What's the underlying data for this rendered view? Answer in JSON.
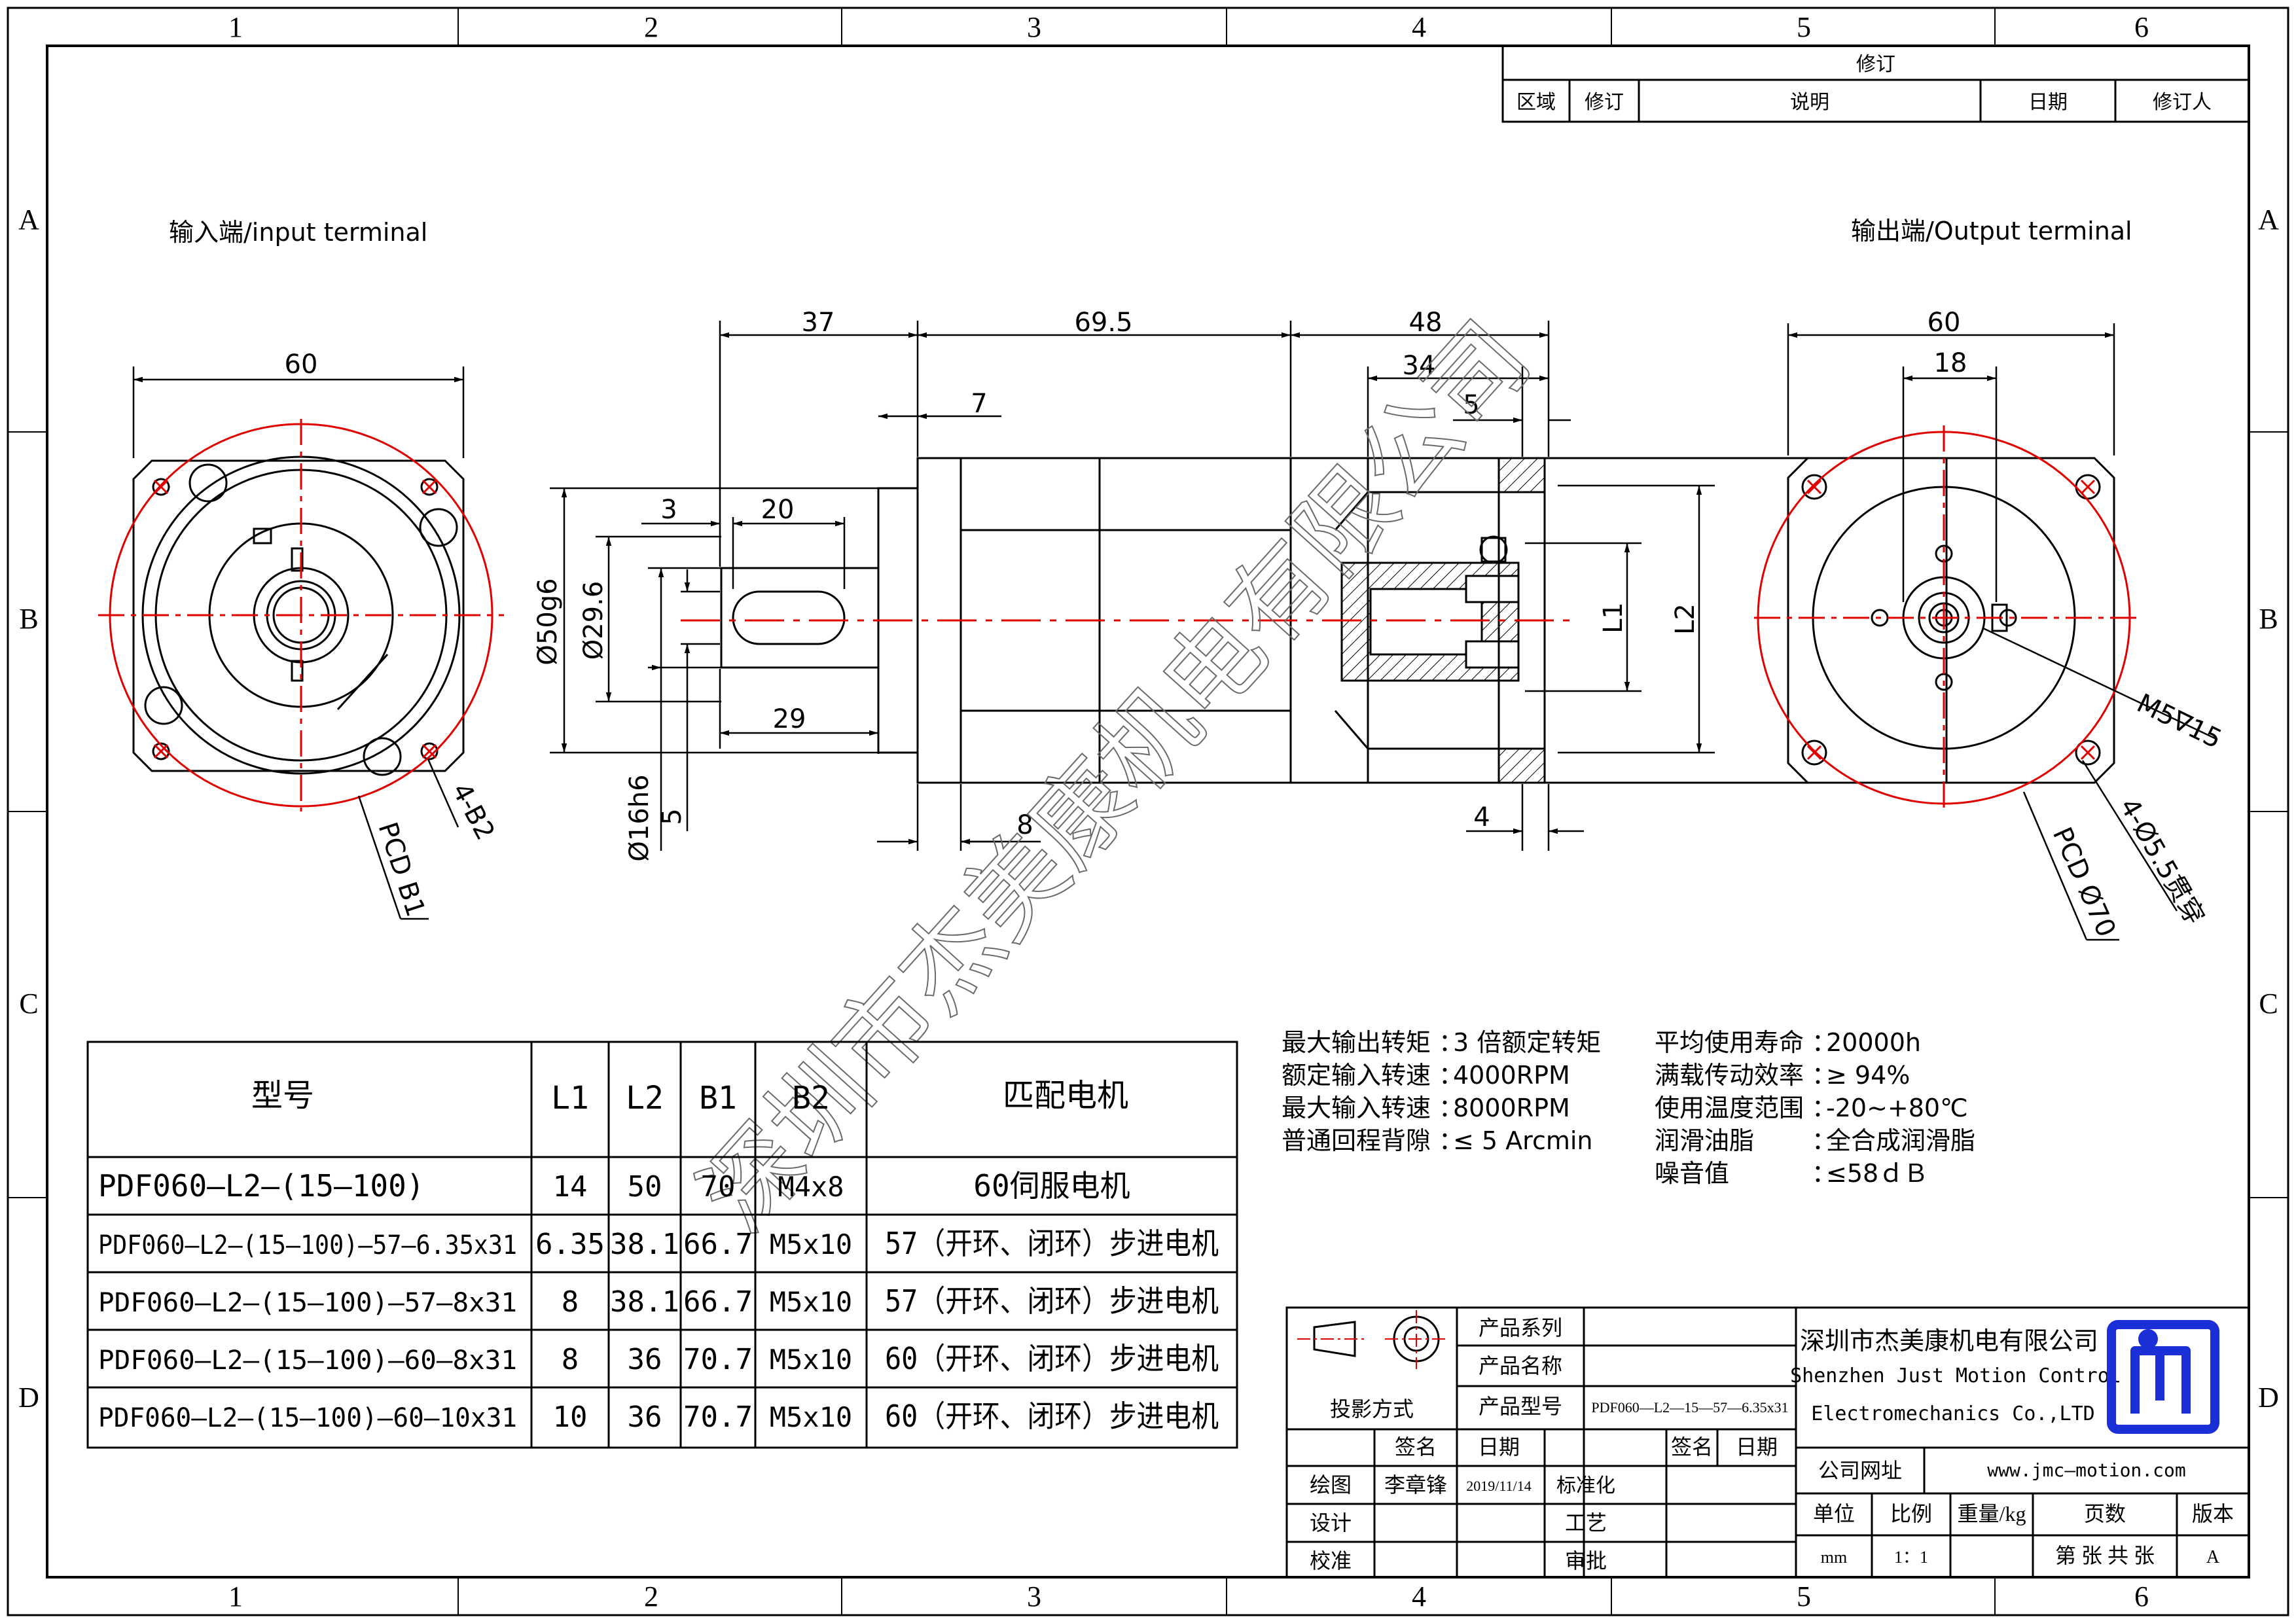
{
  "border": {
    "cols": [
      "1",
      "2",
      "3",
      "4",
      "5",
      "6"
    ],
    "rows": [
      "A",
      "B",
      "C",
      "D"
    ]
  },
  "revision": {
    "header": "修订",
    "area": "区域",
    "rev": "修订",
    "desc": "说明",
    "date": "日期",
    "reviser": "修订人"
  },
  "views": {
    "input_title": "输入端/input terminal",
    "output_title": "输出端/Output terminal"
  },
  "dims": {
    "in_60": "60",
    "d37": "37",
    "d69_5": "69.5",
    "d48": "48",
    "d34": "34",
    "d7": "7",
    "d5_top": "5",
    "d3": "3",
    "d20": "20",
    "d29": "29",
    "d8": "8",
    "d4": "4",
    "d5_key": "5",
    "phi50": "Ø50g6",
    "phi29": "Ø29.6",
    "phi16": "Ø16h6",
    "L1": "L1",
    "L2": "L2",
    "out_60": "60",
    "out_18": "18",
    "in_pcd": "PCD B1",
    "in_holes": "4-B2",
    "out_m5": "M5∇15",
    "out_pcd": "PCD Ø70",
    "out_holes": "4-Ø5.5贯穿"
  },
  "watermark": "深圳市杰美康机电有限公司",
  "model_table": {
    "headers": [
      "型号",
      "L1",
      "L2",
      "B1",
      "B2",
      "匹配电机"
    ],
    "rows": [
      [
        "PDF060—L2—(15—100)",
        "14",
        "50",
        "70",
        "M4x8",
        "60伺服电机"
      ],
      [
        "PDF060—L2—(15—100)—57—6.35x31",
        "6.35",
        "38.1",
        "66.7",
        "M5x10",
        "57（开环、闭环）步进电机"
      ],
      [
        "PDF060—L2—(15—100)—57—8x31",
        "8",
        "38.1",
        "66.7",
        "M5x10",
        "57（开环、闭环）步进电机"
      ],
      [
        "PDF060—L2—(15—100)—60—8x31",
        "8",
        "36",
        "70.7",
        "M5x10",
        "60（开环、闭环）步进电机"
      ],
      [
        "PDF060—L2—(15—100)—60—10x31",
        "10",
        "36",
        "70.7",
        "M5x10",
        "60（开环、闭环）步进电机"
      ]
    ]
  },
  "specs_left": [
    {
      "k": "最大输出转矩",
      "v": "3 倍额定转矩"
    },
    {
      "k": "额定输入转速",
      "v": "4000RPM"
    },
    {
      "k": "最大输入转速",
      "v": "8000RPM"
    },
    {
      "k": "普通回程背隙",
      "v": "≤ 5 Arcmin"
    }
  ],
  "specs_right": [
    {
      "k": "平均使用寿命",
      "v": "20000h"
    },
    {
      "k": "满载传动效率",
      "v": "≥   94%"
    },
    {
      "k": "使用温度范围",
      "v": "-20~+80℃"
    },
    {
      "k": "润滑油脂",
      "v": "全合成润滑脂"
    },
    {
      "k": "噪音值",
      "v": "≤58ｄＢ"
    }
  ],
  "title_block": {
    "projection": "投影方式",
    "series_label": "产品系列",
    "name_label": "产品名称",
    "model_label": "产品型号",
    "model_value": "PDF060—L2—15—57—6.35x31",
    "sign": "签名",
    "date": "日期",
    "sign2": "签名",
    "date2": "日期",
    "draw": "绘图",
    "drawer": "李章锋",
    "draw_date": "2019/11/14",
    "design": "设计",
    "check": "校准",
    "standard": "标准化",
    "process": "工艺",
    "approve": "审批",
    "company_cn": "深圳市杰美康机电有限公司",
    "company_en1": "Shenzhen Just Motion Control",
    "company_en2": "Electromechanics Co.,LTD",
    "website_label": "公司网址",
    "website": "www.jmc—motion.com",
    "unit_label": "单位",
    "scale_label": "比例",
    "weight_label": "重量/kg",
    "pages_label": "页数",
    "version_label": "版本",
    "unit": "mm",
    "scale": "1：1",
    "pages": "第 张 共 张",
    "version": "A"
  },
  "colors": {
    "line": "#000000",
    "center": "#e00000",
    "logo": "#1a2fd6"
  }
}
